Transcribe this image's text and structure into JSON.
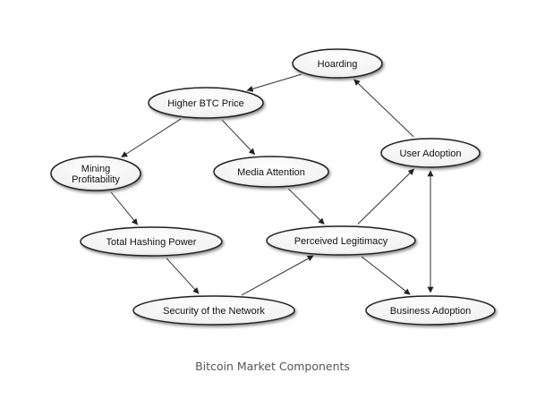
{
  "diagram": {
    "caption": "Bitcoin Market Components",
    "nodes": [
      {
        "id": "hoarding",
        "label": "Hoarding"
      },
      {
        "id": "higher-btc-price",
        "label": "Higher BTC Price"
      },
      {
        "id": "mining-profitability",
        "label": "Mining\nProfitability"
      },
      {
        "id": "media-attention",
        "label": "Media Attention"
      },
      {
        "id": "user-adoption",
        "label": "User Adoption"
      },
      {
        "id": "total-hashing-power",
        "label": "Total Hashing Power"
      },
      {
        "id": "perceived-legitimacy",
        "label": "Perceived Legitimacy"
      },
      {
        "id": "security-of-the-network",
        "label": "Security of the Network"
      },
      {
        "id": "business-adoption",
        "label": "Business Adoption"
      }
    ],
    "edges": [
      {
        "from": "hoarding",
        "to": "higher-btc-price"
      },
      {
        "from": "higher-btc-price",
        "to": "mining-profitability"
      },
      {
        "from": "higher-btc-price",
        "to": "media-attention"
      },
      {
        "from": "mining-profitability",
        "to": "total-hashing-power"
      },
      {
        "from": "total-hashing-power",
        "to": "security-of-the-network"
      },
      {
        "from": "security-of-the-network",
        "to": "perceived-legitimacy"
      },
      {
        "from": "media-attention",
        "to": "perceived-legitimacy"
      },
      {
        "from": "perceived-legitimacy",
        "to": "user-adoption"
      },
      {
        "from": "perceived-legitimacy",
        "to": "business-adoption"
      },
      {
        "from": "user-adoption",
        "to": "hoarding"
      },
      {
        "from": "user-adoption",
        "to": "business-adoption",
        "bidirectional": true
      }
    ]
  }
}
